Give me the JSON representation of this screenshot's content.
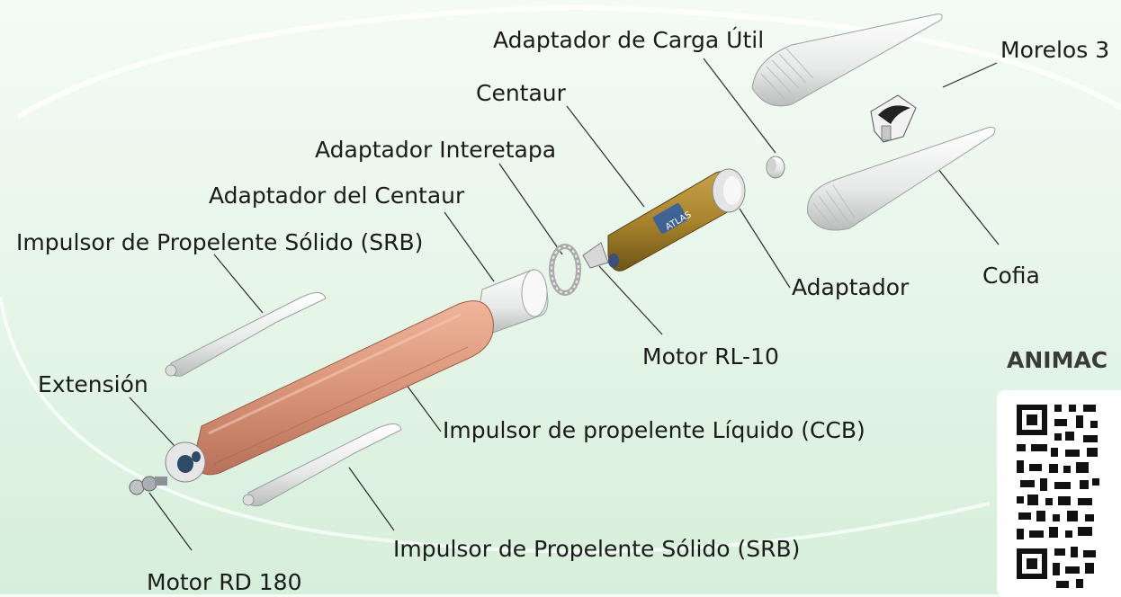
{
  "labels": {
    "payload_adapter": "Adaptador de Carga Útil",
    "morelos": "Morelos 3",
    "centaur": "Centaur",
    "interstage_adapter": "Adaptador Interetapa",
    "centaur_adapter": "Adaptador del Centaur",
    "srb_top": "Impulsor de Propelente Sólido (SRB)",
    "adapter": "Adaptador",
    "fairing": "Cofia",
    "rl10": "Motor RL-10",
    "extension": "Extensión",
    "ccb": "Impulsor de propelente Líquido (CCB)",
    "srb_bottom": "Impulsor de Propelente Sólido (SRB)",
    "rd180": "Motor RD 180"
  },
  "animation": {
    "heading": "ANIMAC"
  },
  "centaur_decal": "ATLAS",
  "colors": {
    "ccb": "#d9957a",
    "centaur_body": "#a8842c",
    "srb": "#ebeeec",
    "fairing": "#e8ebea",
    "leader": "#2a2a2a"
  }
}
